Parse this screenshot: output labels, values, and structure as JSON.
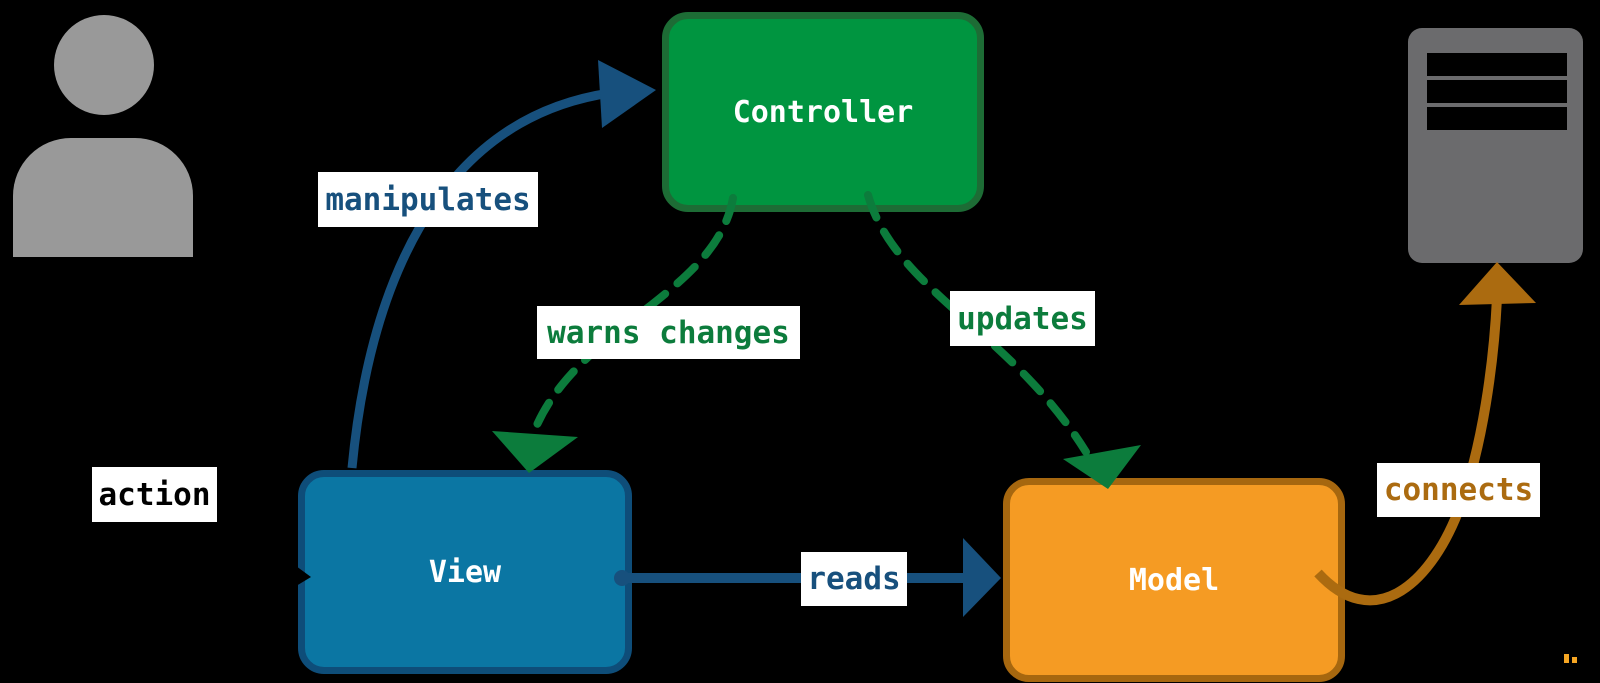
{
  "background": "#000000",
  "label_background": "#ffffff",
  "nodes": {
    "controller": {
      "label": "Controller",
      "fill": "#009540",
      "border": "#1d6c35",
      "text_color": "#ffffff"
    },
    "view": {
      "label": "View",
      "fill": "#0b76a3",
      "border": "#0e4d79",
      "text_color": "#ffffff"
    },
    "model": {
      "label": "Model",
      "fill": "#f59b23",
      "border": "#a6670f",
      "text_color": "#ffffff"
    }
  },
  "actors": {
    "user": {
      "icon": "person-icon",
      "color": "#999999"
    },
    "server": {
      "icon": "server-icon",
      "color": "#6b6b6d",
      "slot_color": "#000000"
    }
  },
  "edges": {
    "action": {
      "label": "action",
      "color": "#000000",
      "style": "solid",
      "from": "user",
      "to": "view"
    },
    "manipulates": {
      "label": "manipulates",
      "color": "#17507d",
      "style": "solid",
      "from": "view",
      "to": "controller"
    },
    "warns_changes": {
      "label": "warns changes",
      "color": "#0c7c3c",
      "style": "dashed",
      "from": "controller",
      "to": "view"
    },
    "updates": {
      "label": "updates",
      "color": "#0c7c3c",
      "style": "dashed",
      "from": "controller",
      "to": "model"
    },
    "reads": {
      "label": "reads",
      "color": "#17507d",
      "style": "solid",
      "from": "view",
      "to": "model"
    },
    "connects": {
      "label": "connects",
      "color": "#ab6b10",
      "style": "solid",
      "from": "model",
      "to": "server"
    }
  },
  "artifact": {
    "color": "#f5a623"
  }
}
